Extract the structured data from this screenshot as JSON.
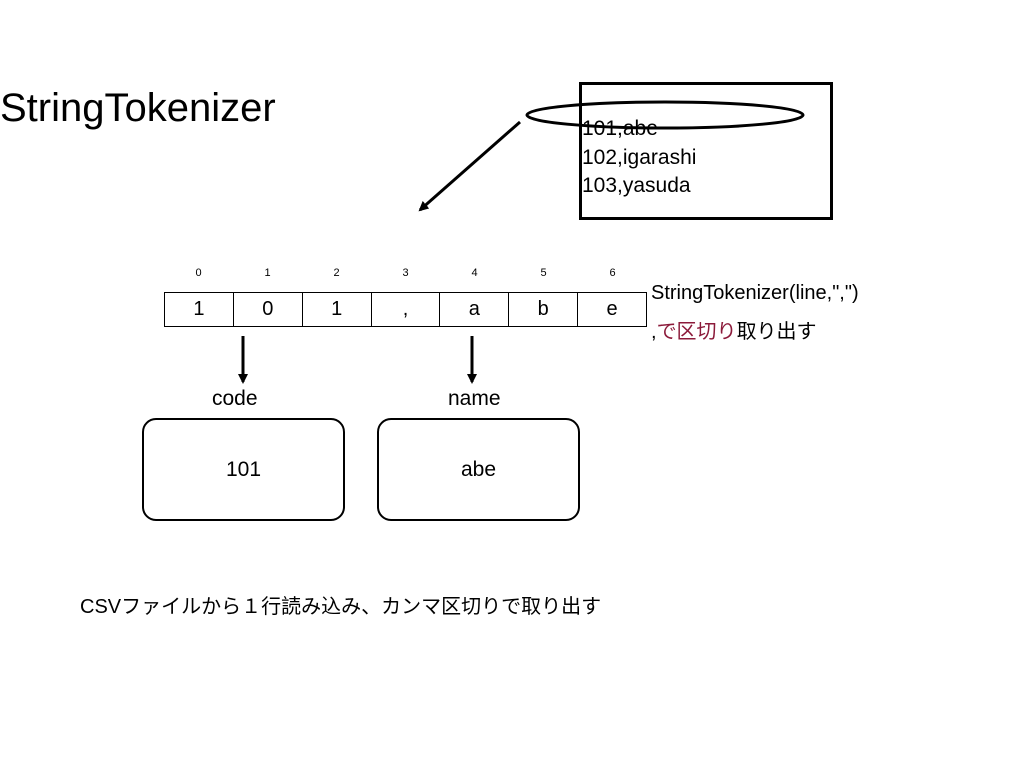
{
  "title": "String​Tokenizer",
  "file_lines": [
    "101,abe",
    "102,igarashi",
    "103,yasuda"
  ],
  "indices": [
    "0",
    "1",
    "2",
    "3",
    "4",
    "5",
    "6"
  ],
  "cells": [
    "1",
    "0",
    "1",
    ",",
    "a",
    "b",
    "e"
  ],
  "code_label": "code",
  "name_label": "name",
  "code_value": "101",
  "name_value": "abe",
  "call_text": "String​Tokenizer(line,\",\")",
  "split_note": {
    "prefix": ",",
    "highlight": "で区切り",
    "suffix": "取り出す"
  },
  "caption": "CSVファイルから１行読み込み、カンマ区切りで取り出す",
  "colors": {
    "highlight": "#8b1a3a"
  }
}
